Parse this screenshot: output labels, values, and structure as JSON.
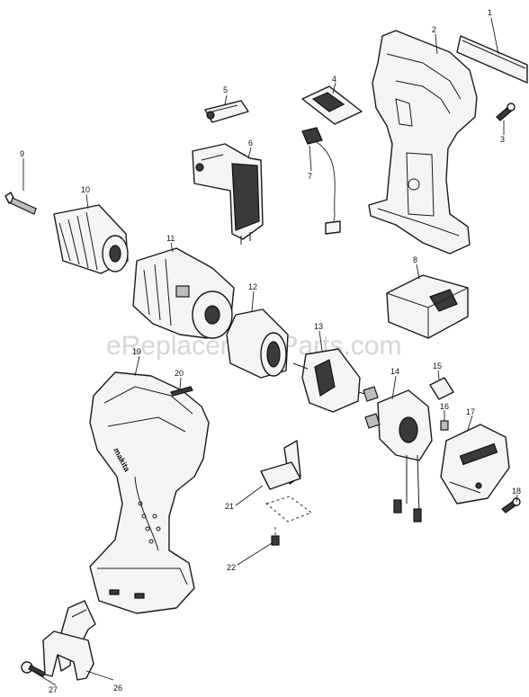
{
  "watermark": "eReplacementParts.com",
  "callouts": [
    {
      "id": "1",
      "label": "1"
    },
    {
      "id": "2",
      "label": "2"
    },
    {
      "id": "3",
      "label": "3"
    },
    {
      "id": "4",
      "label": "4"
    },
    {
      "id": "5",
      "label": "5"
    },
    {
      "id": "6",
      "label": "6"
    },
    {
      "id": "7",
      "label": "7"
    },
    {
      "id": "8",
      "label": "8"
    },
    {
      "id": "9",
      "label": "9"
    },
    {
      "id": "10",
      "label": "10"
    },
    {
      "id": "11",
      "label": "11"
    },
    {
      "id": "12",
      "label": "12"
    },
    {
      "id": "13",
      "label": "13"
    },
    {
      "id": "14",
      "label": "14"
    },
    {
      "id": "15",
      "label": "15"
    },
    {
      "id": "16",
      "label": "16"
    },
    {
      "id": "17",
      "label": "17"
    },
    {
      "id": "18",
      "label": "18"
    },
    {
      "id": "19",
      "label": "19"
    },
    {
      "id": "20",
      "label": "20"
    },
    {
      "id": "21",
      "label": "21"
    },
    {
      "id": "22",
      "label": "22"
    },
    {
      "id": "26",
      "label": "26"
    },
    {
      "id": "27",
      "label": "27"
    }
  ],
  "housing_brand": "makita"
}
